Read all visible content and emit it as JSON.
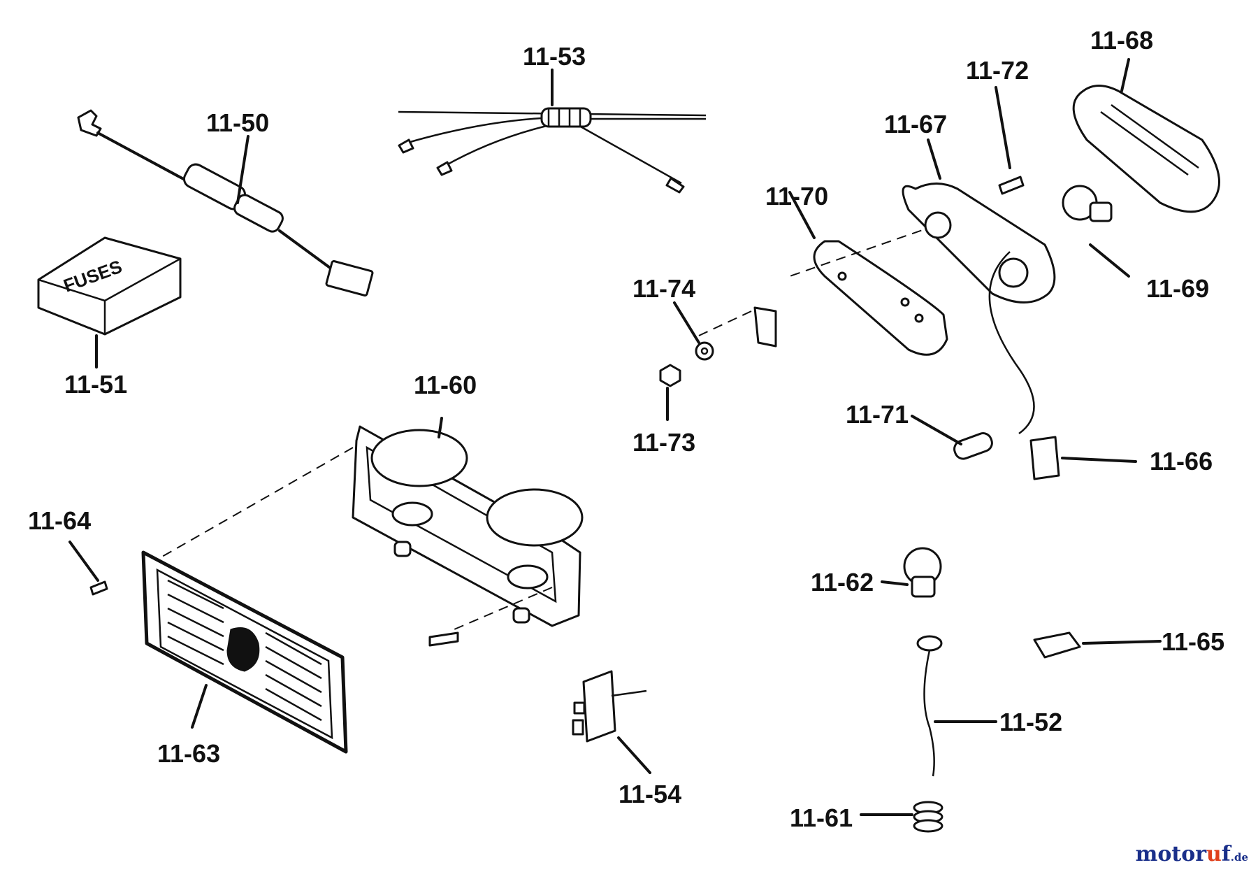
{
  "diagram": {
    "parts": [
      {
        "id": "11-50"
      },
      {
        "id": "11-51"
      },
      {
        "id": "11-52"
      },
      {
        "id": "11-53"
      },
      {
        "id": "11-54"
      },
      {
        "id": "11-60"
      },
      {
        "id": "11-61"
      },
      {
        "id": "11-62"
      },
      {
        "id": "11-63"
      },
      {
        "id": "11-64"
      },
      {
        "id": "11-65"
      },
      {
        "id": "11-66"
      },
      {
        "id": "11-67"
      },
      {
        "id": "11-68"
      },
      {
        "id": "11-69"
      },
      {
        "id": "11-70"
      },
      {
        "id": "11-71"
      },
      {
        "id": "11-72"
      },
      {
        "id": "11-73"
      },
      {
        "id": "11-74"
      }
    ],
    "fuse_box_text": "FUSES"
  },
  "watermark": {
    "part1": "motor",
    "part2": "u",
    "part3": "f",
    "suffix": ".de"
  }
}
